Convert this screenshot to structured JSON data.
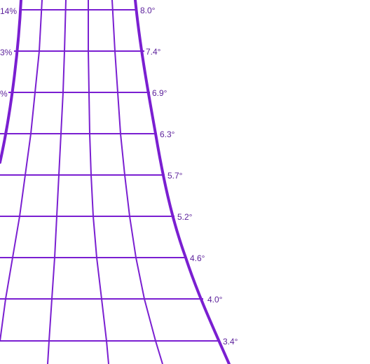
{
  "chart": {
    "line_color": "#7a1fd1",
    "label_color": "#5a1f9a",
    "right_labels": [
      "8.0°",
      "7.4°",
      "6.9°",
      "6.3°",
      "5.7°",
      "5.2°",
      "4.6°",
      "4.0°",
      "3.4°"
    ],
    "left_labels": [
      "14%",
      "3%",
      "%"
    ]
  }
}
